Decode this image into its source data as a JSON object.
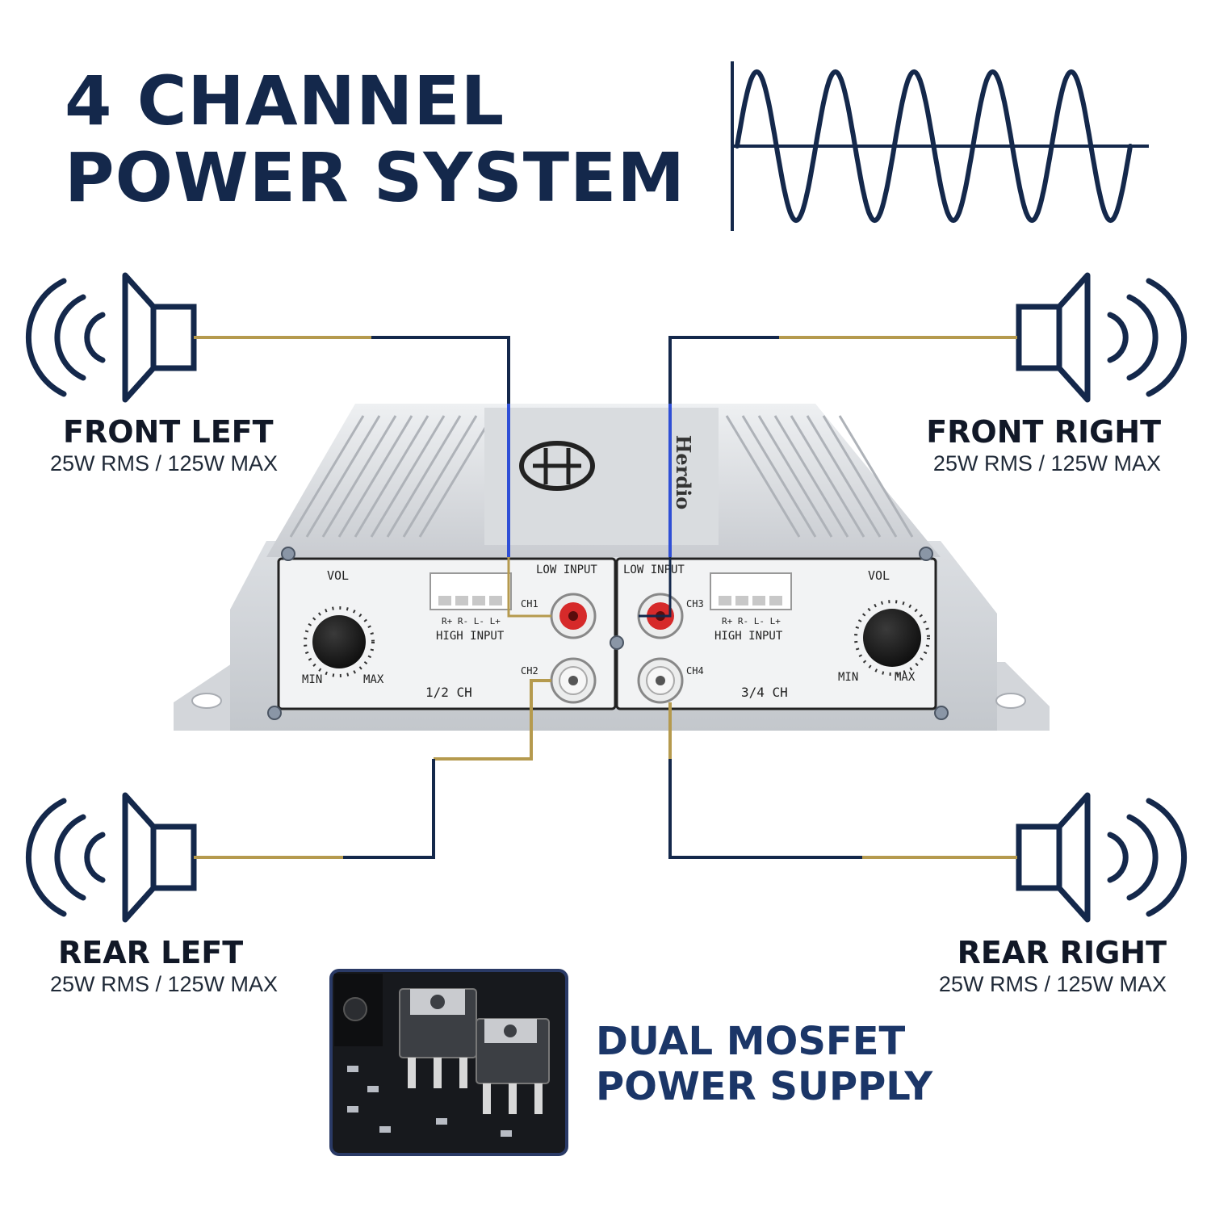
{
  "headline": {
    "line1": "4 CHANNEL",
    "line2": "POWER SYSTEM"
  },
  "speakers": {
    "front_left": {
      "title": "FRONT LEFT",
      "spec": "25W RMS / 125W MAX"
    },
    "front_right": {
      "title": "FRONT RIGHT",
      "spec": "25W RMS / 125W MAX"
    },
    "rear_left": {
      "title": "REAR LEFT",
      "spec": "25W RMS / 125W MAX"
    },
    "rear_right": {
      "title": "REAR RIGHT",
      "spec": "25W RMS / 125W MAX"
    }
  },
  "amplifier": {
    "brand": "Herdio",
    "left_panel": {
      "vol": "VOL",
      "min": "MIN",
      "max": "MAX",
      "low_input": "LOW INPUT",
      "high_input": "HIGH INPUT",
      "pins": "R+ R- L- L+",
      "ch_a": "CH1",
      "ch_b": "CH2",
      "section": "1/2 CH"
    },
    "right_panel": {
      "vol": "VOL",
      "min": "MIN",
      "max": "MAX",
      "low_input": "LOW INPUT",
      "high_input": "HIGH INPUT",
      "pins": "R+ R- L- L+",
      "ch_a": "CH3",
      "ch_b": "CH4",
      "section": "3/4 CH"
    }
  },
  "feature": {
    "line1": "DUAL MOSFET",
    "line2": "POWER SUPPLY"
  },
  "colors": {
    "navy": "#14284b",
    "gold": "#b59a4e",
    "blue_wire": "#2f4fd6",
    "rca_red": "#d62a2a"
  },
  "icons": [
    "sine-wave-icon",
    "speaker-icon"
  ]
}
